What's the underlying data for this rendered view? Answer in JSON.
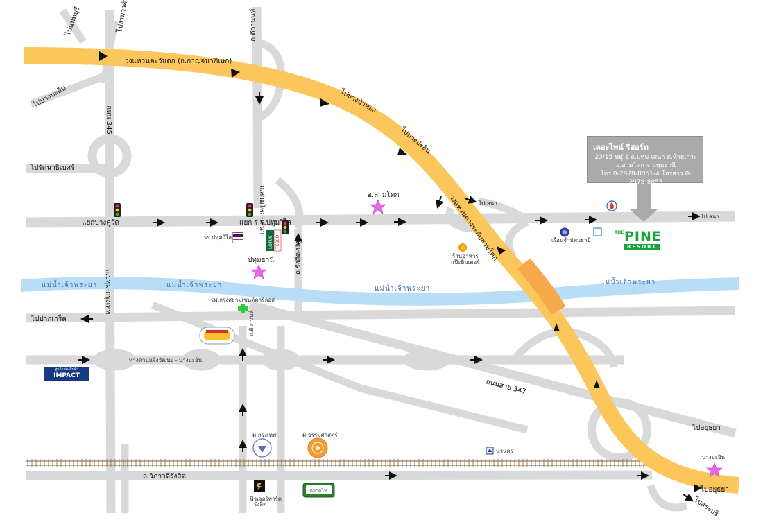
{
  "map": {
    "ring_road_label": "วงแหวนตะวันตก (ถ.กาญจนาภิเษก)",
    "ring_road_label_2": "วงแหวนต่างระดับสามโคก",
    "river_label": "แม่น้ำเจ้าพระยา",
    "places": {
      "sam_khok": "อ.สามโคก",
      "pathum_thani": "ปทุมธานี",
      "pathum_wilai_school": "รร.ปทุมวิไล",
      "bangkok_hospital": "รพ.กรุงสยามเซนต์คาร์ลอส",
      "restaurant": "ร้านอาหาร\nแป๊ะยิ้มเตอร์",
      "muang_pathum": "เรือนจำปทุมธานี",
      "bangkok_univ": "ม.กรุงเทพ",
      "thammasat": "ม.ธรรมศาสตร์",
      "nawanakorn": "นวนคร",
      "bang_pa_in": "บางปะอิน",
      "future_park": "ฟิวเจอร์พาร์ค\nรังสิต",
      "market": "ตลาดไท",
      "lotus": "LOTUS",
      "tesco": "TESCO"
    },
    "roads": {
      "to_pathum_wan_top": "ไปนนทบุรี",
      "to_ngam_wong_wan": "ไปงามวงศ์วาน",
      "road_345": "ถนน 345",
      "tiwanon": "ถ.ติวานนท์",
      "to_bang_bua_thong": "ไปบางบัวทอง",
      "to_bang_pa_in_1": "ไปบางปะอิน",
      "to_bang_pa_in_2": "ไปบางปะอิน",
      "to_rat_niyom": "ไปรัตนาธิเบศร์",
      "bangkok_kudi_jct": "แยกบางคูวัด",
      "pathum_wilai_jct": "แยก ร.ร.ปทุมวิไล",
      "to_sena_1": "ไปเสนา",
      "to_sena_2": "ไปเสนา",
      "sam_khok_road": "ถ.สามโคก-เสนา",
      "to_pak_kret": "ไปปากเกร็ด",
      "chaeng_wattana": "ทางด่วนแจ้งวัฒนะ - บางปะอิน",
      "road_347": "ถนนสาย 347",
      "to_ayutthaya_1": "ไปอยุธยา",
      "to_ayutthaya_2": "ไปอยุธยา",
      "to_saraburi": "ไปสระบุรี",
      "vibhavadi": "ถ.วิภาวดีรังสิต",
      "pathum_bangkok_road": "ถ.ปทุม-กรุงเทพ",
      "rangsit_pathum": "ถ.รังสิต-ปทุม",
      "khlong_rangsit": "ถ.ติวานนท์"
    },
    "info_box": {
      "title": "เดอะไพน์ รีสอร์ท",
      "line1": "23/15 หมู่ 1 ถ.ปทุม-เสนา ต.ท้ายเกาะ",
      "line2": "อ.สามโคก จ.ปทุมธานี",
      "line3": "โทร.0-2978-8851-4 โทรสาร 0-2978-8855"
    },
    "resort_logo": {
      "top": "THE",
      "word": "PINE",
      "sub": "RESORT"
    },
    "impact_logo": {
      "top": "ศูนย์แสดงสินค้า",
      "word": "IMPACT"
    },
    "colors": {
      "road": "#d9d9d9",
      "ring_road": "#fbc65c",
      "ring_road_highlight": "#f6a94a",
      "river": "#b9dcf7",
      "rail": "#9a7a5a",
      "info_box": "#aaaaaa",
      "star": "#ea66e6",
      "pine_green": "#1aa33a"
    }
  }
}
